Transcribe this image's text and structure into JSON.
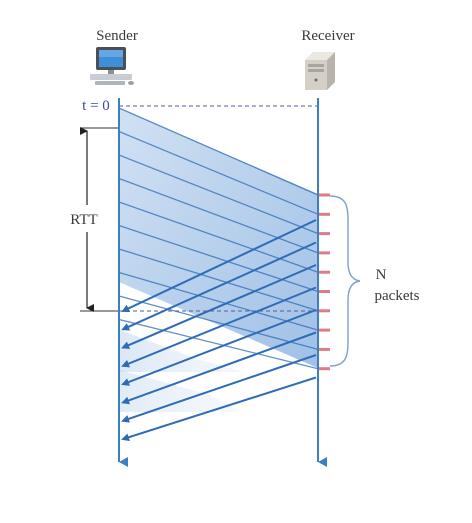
{
  "sender_label": "Sender",
  "receiver_label": "Receiver",
  "time_zero_label": "t = 0",
  "rtt_label": "RTT",
  "packets_label_line1": "N",
  "packets_label_line2": "packets",
  "icons": {
    "sender": "desktop-computer-icon",
    "receiver": "server-tower-icon"
  },
  "colors": {
    "timeline": "#3b7fc4",
    "packet_fill": "#a9c8ea",
    "ack_arrow": "#2e6db5",
    "tick_mark": "#e07a84",
    "dashed_line": "#5a5aa0",
    "bracket": "#7f9fcf"
  },
  "packet_count": 10,
  "ack_count": 8
}
